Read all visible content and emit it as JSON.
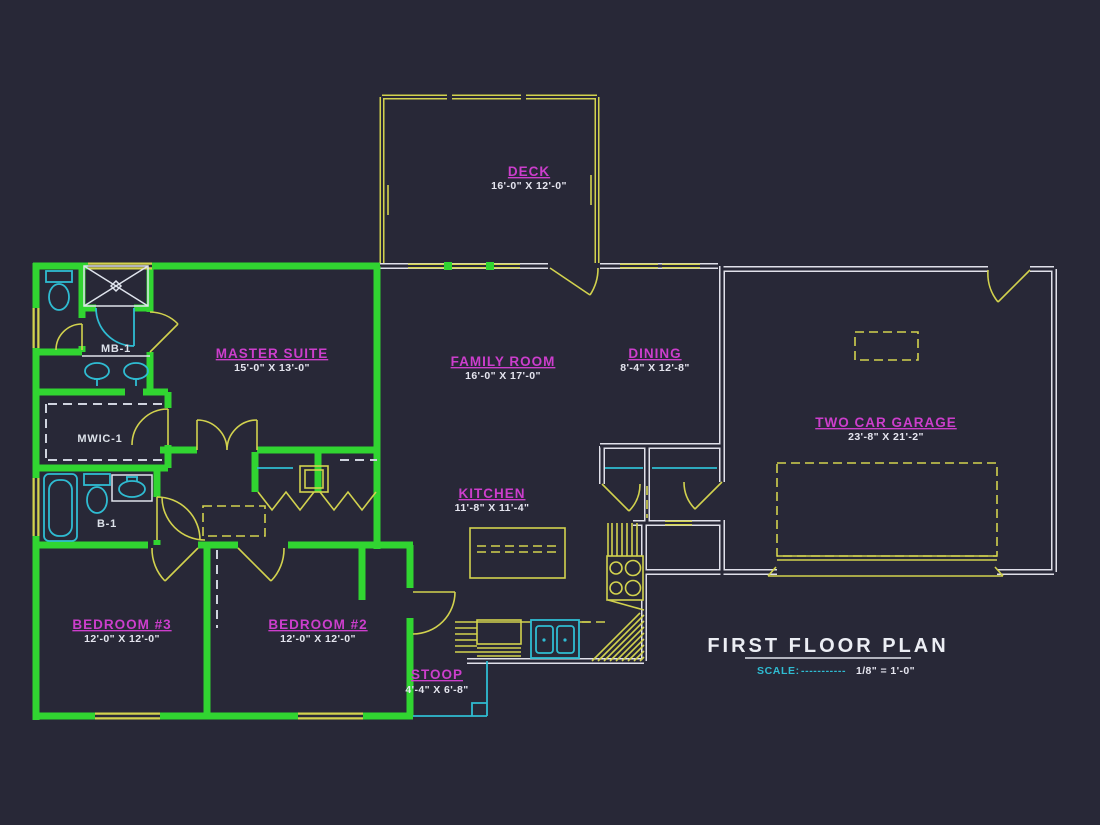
{
  "drawing": {
    "type": "architectural-floor-plan",
    "sheet_title": "FIRST FLOOR PLAN"
  },
  "title_block": {
    "title": "FIRST FLOOR PLAN",
    "scale_label": "SCALE:",
    "scale_dashes": "-----------",
    "scale_value": "1/8\" = 1'-0\""
  },
  "rooms": {
    "deck": {
      "name": "DECK",
      "dims": "16'-0\" X 12'-0\""
    },
    "master_suite": {
      "name": "MASTER SUITE",
      "dims": "15'-0\" X 13'-0\""
    },
    "family_room": {
      "name": "FAMILY ROOM",
      "dims": "16'-0\" X 17'-0\""
    },
    "dining": {
      "name": "DINING",
      "dims": "8'-4\" X 12'-8\""
    },
    "garage": {
      "name": "TWO CAR GARAGE",
      "dims": "23'-8\" X 21'-2\""
    },
    "kitchen": {
      "name": "KITCHEN",
      "dims": "11'-8\" X 11'-4\""
    },
    "bedroom3": {
      "name": "BEDROOM #3",
      "dims": "12'-0\" X 12'-0\""
    },
    "bedroom2": {
      "name": "BEDROOM #2",
      "dims": "12'-0\" X 12'-0\""
    },
    "stoop": {
      "name": "STOOP",
      "dims": "4'-4\" X 6'-8\""
    }
  },
  "labels": {
    "master_bath": "MB-1",
    "master_closet": "MWIC-1",
    "bath_2": "B-1"
  },
  "colors": {
    "background": "#282837",
    "wall_green": "#31d531",
    "wall_white": "#e0e0ea",
    "detail_yellow": "#d2d24e",
    "fixture_cyan": "#2fbcd2",
    "label_magenta": "#cc3ecc",
    "text_white": "#e5e5ef"
  }
}
